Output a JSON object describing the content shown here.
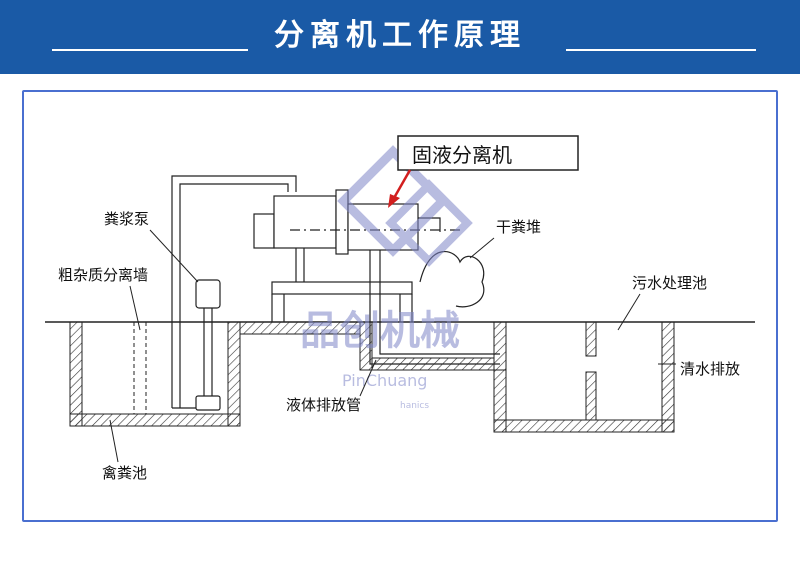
{
  "header": {
    "title": "分离机工作原理",
    "color": "#1a5aa6"
  },
  "diagram": {
    "labels": {
      "machine": "固液分离机",
      "dry_manure": "干粪堆",
      "slurry_pump": "粪浆泵",
      "impurity_wall": "粗杂质分离墙",
      "sewage_pool": "污水处理池",
      "clean_discharge": "清水排放",
      "liquid_pipe": "液体排放管",
      "poultry_pit": "禽粪池"
    },
    "watermark": {
      "brand_cn": "品创机械",
      "brand_en": "PinChuang",
      "brand_en_sub": "hanics"
    },
    "colors": {
      "frame": "#4a6fd0",
      "arrow": "#d21e1e",
      "wall_hatch": "#333333",
      "watermark": "#7f86c8"
    }
  }
}
